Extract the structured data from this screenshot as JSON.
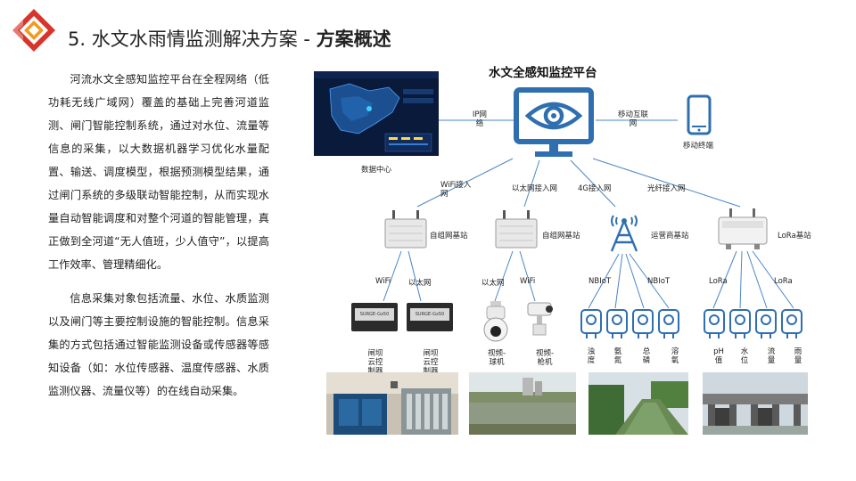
{
  "header": {
    "title_prefix": "5. 水文水雨情监测解决方案 - ",
    "title_bold": "方案概述"
  },
  "intro": {
    "paragraph1": "河流水文全感知监控平台在全程网络（低功耗无线广域网）覆盖的基础上完善河道监测、闸门智能控制系统，通过对水位、流量等信息的采集，以大数据机器学习优化水量配置、输送、调度模型，根据预测模型结果，通过闸门系统的多级联动智能控制，从而实现水量自动智能调度和对整个河道的智能管理，真正做到全河道“无人值班，少人值守”，以提高工作效率、管理精细化。",
    "paragraph2": "信息采集对象包括流量、水位、水质监测以及闸门等主要控制设施的智能控制。信息采集的方式包括通过智能监测设备或传感器等感知设备（如：水位传感器、温度传感器、水质监测仪器、流量仪等）的在线自动采集。"
  },
  "diagram": {
    "platform_title": "水文全感知监控平台",
    "data_center_label": "数据中心",
    "mobile_label": "移动终端",
    "ip_network_label": "IP网络",
    "mobile_internet_label": "移动互联网",
    "links": {
      "wifi_access": "WiFi接入网",
      "ethernet_access": "以太网接入网",
      "g4_access": "4G接入网",
      "fiber_access": "光纤接入网"
    },
    "stations": {
      "adhoc1": "自组网基站",
      "adhoc2": "自组网基站",
      "operator": "运营商基站",
      "lora": "LoRa基站"
    },
    "sublinks": {
      "wifi1": "WiFi",
      "eth1": "以太网",
      "eth2": "以太网",
      "wifi2": "WiFi",
      "nbiot1": "NBIoT",
      "nbiot2": "NBIoT",
      "lora1": "LoRa",
      "lora2": "LoRa"
    },
    "devices": {
      "gate1": "闸坝云控制器",
      "gate2": "闸坝云控制器",
      "cam_dome": "视频-球机",
      "cam_gun": "视频-枪机",
      "controller_text": "SURGE-Gx50"
    },
    "sensors_nbiot": [
      "浊度",
      "氨氮",
      "总磷",
      "溶氧"
    ],
    "sensors_lora": [
      "pH值",
      "水位",
      "流量",
      "雨量"
    ]
  },
  "colors": {
    "accent_blue": "#2f6fb0",
    "line_blue": "#4a86c8",
    "logo_red": "#d9342b",
    "logo_orange": "#f39a1e"
  }
}
